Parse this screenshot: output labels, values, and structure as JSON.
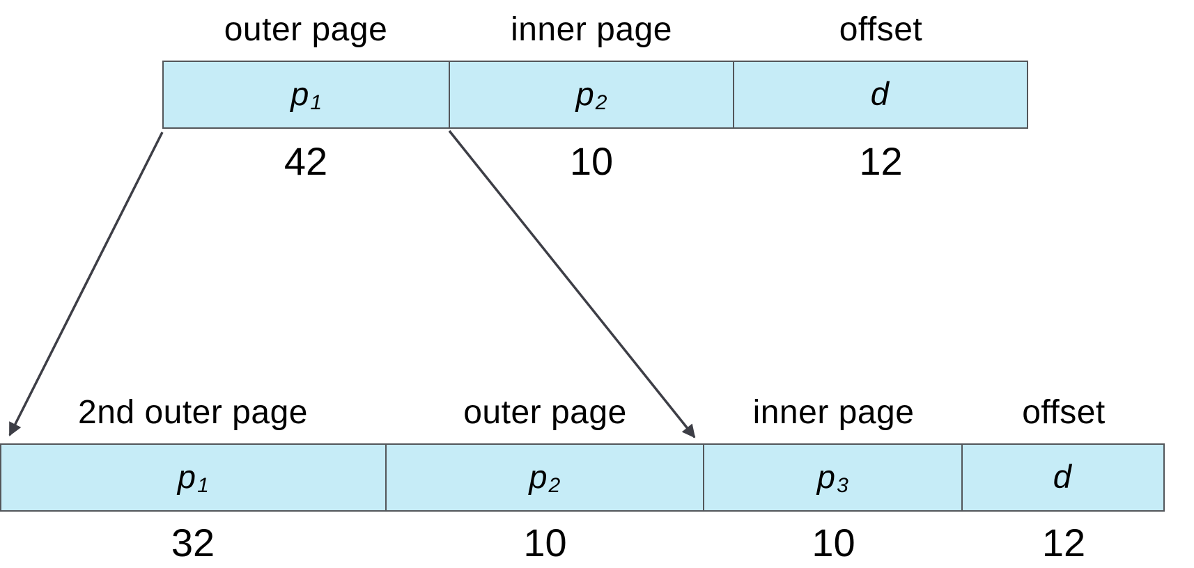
{
  "colors": {
    "cell_fill": "#c6ecf7",
    "border_color": "#53565a",
    "arrow_color": "#3d3e46"
  },
  "top_address": {
    "fields": [
      {
        "label": "outer page",
        "symbol": "p",
        "subscript": "1",
        "bits": "42"
      },
      {
        "label": "inner page",
        "symbol": "p",
        "subscript": "2",
        "bits": "10"
      },
      {
        "label": "offset",
        "symbol": "d",
        "subscript": "",
        "bits": "12"
      }
    ]
  },
  "bottom_address": {
    "fields": [
      {
        "label": "2nd outer page",
        "symbol": "p",
        "subscript": "1",
        "bits": "32"
      },
      {
        "label": "outer page",
        "symbol": "p",
        "subscript": "2",
        "bits": "10"
      },
      {
        "label": "inner page",
        "symbol": "p",
        "subscript": "3",
        "bits": "10"
      },
      {
        "label": "offset",
        "symbol": "d",
        "subscript": "",
        "bits": "12"
      }
    ]
  }
}
